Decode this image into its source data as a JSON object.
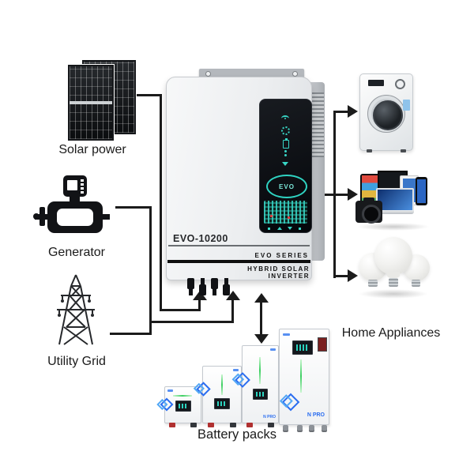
{
  "sources": {
    "solar": {
      "label": "Solar power"
    },
    "generator": {
      "label": "Generator"
    },
    "grid": {
      "label": "Utility Grid"
    }
  },
  "inverter": {
    "model": "EVO-10200",
    "series_label": "EVO SERIES",
    "product_label": "HYBRID SOLAR INVERTER",
    "logo": "EVO"
  },
  "appliances": {
    "label": "Home Appliances"
  },
  "batteries": {
    "label": "Battery packs",
    "brand": "N PRO"
  },
  "icons": {
    "solar_panel": "solar-panel-icon",
    "generator": "generator-icon",
    "utility_tower": "utility-tower-icon",
    "washing_machine": "washing-machine-icon",
    "electronics": "electronics-icon",
    "light_bulbs": "light-bulbs-icon",
    "wifi": "wifi-icon",
    "gear": "gear-icon",
    "battery": "battery-icon",
    "usb": "usb-icon",
    "fan": "fan-icon"
  },
  "colors": {
    "wire": "#1b1b1b",
    "teal_accent": "#38d6c6",
    "battery_green": "#3ecf63",
    "brand_blue": "#2a6df0",
    "inverter_body": "#eceef0",
    "display_black": "#0a0d11"
  }
}
